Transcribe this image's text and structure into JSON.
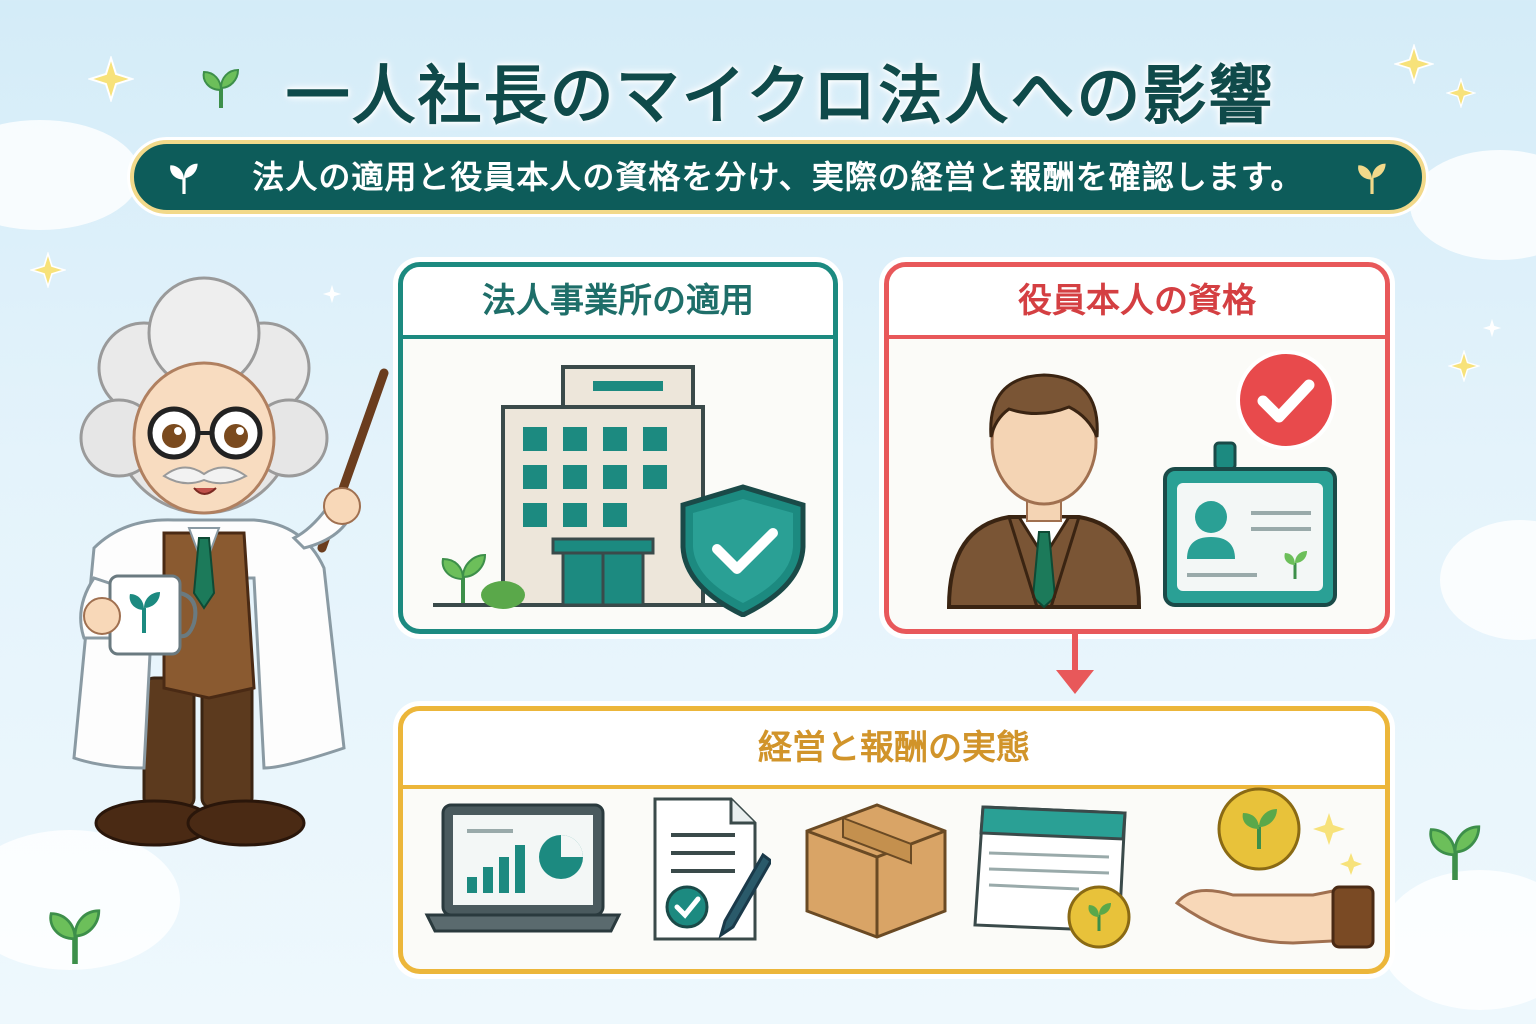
{
  "title": "一人社長のマイクロ法人への影響",
  "subtitle": "法人の適用と役員本人の資格を分け、実際の経営と報酬を確認します。",
  "cards": {
    "corporate": {
      "label": "法人事業所の適用",
      "accent": "#1c8a80"
    },
    "officer": {
      "label": "役員本人の資格",
      "accent": "#e8585a"
    },
    "management": {
      "label": "経営と報酬の実態",
      "accent": "#ecb63a"
    }
  },
  "icons": {
    "corporate": [
      "office-building-icon",
      "shield-check-icon",
      "sprout-icon"
    ],
    "officer": [
      "businessman-icon",
      "check-badge-icon",
      "id-card-icon"
    ],
    "management": [
      "laptop-chart-icon",
      "contract-document-icon",
      "cardboard-box-icon",
      "ledger-coin-icon",
      "hand-coin-icon"
    ]
  },
  "colors": {
    "primary": "#0d5c5a",
    "teal": "#1c8a80",
    "red": "#e8585a",
    "gold": "#ecb63a"
  }
}
